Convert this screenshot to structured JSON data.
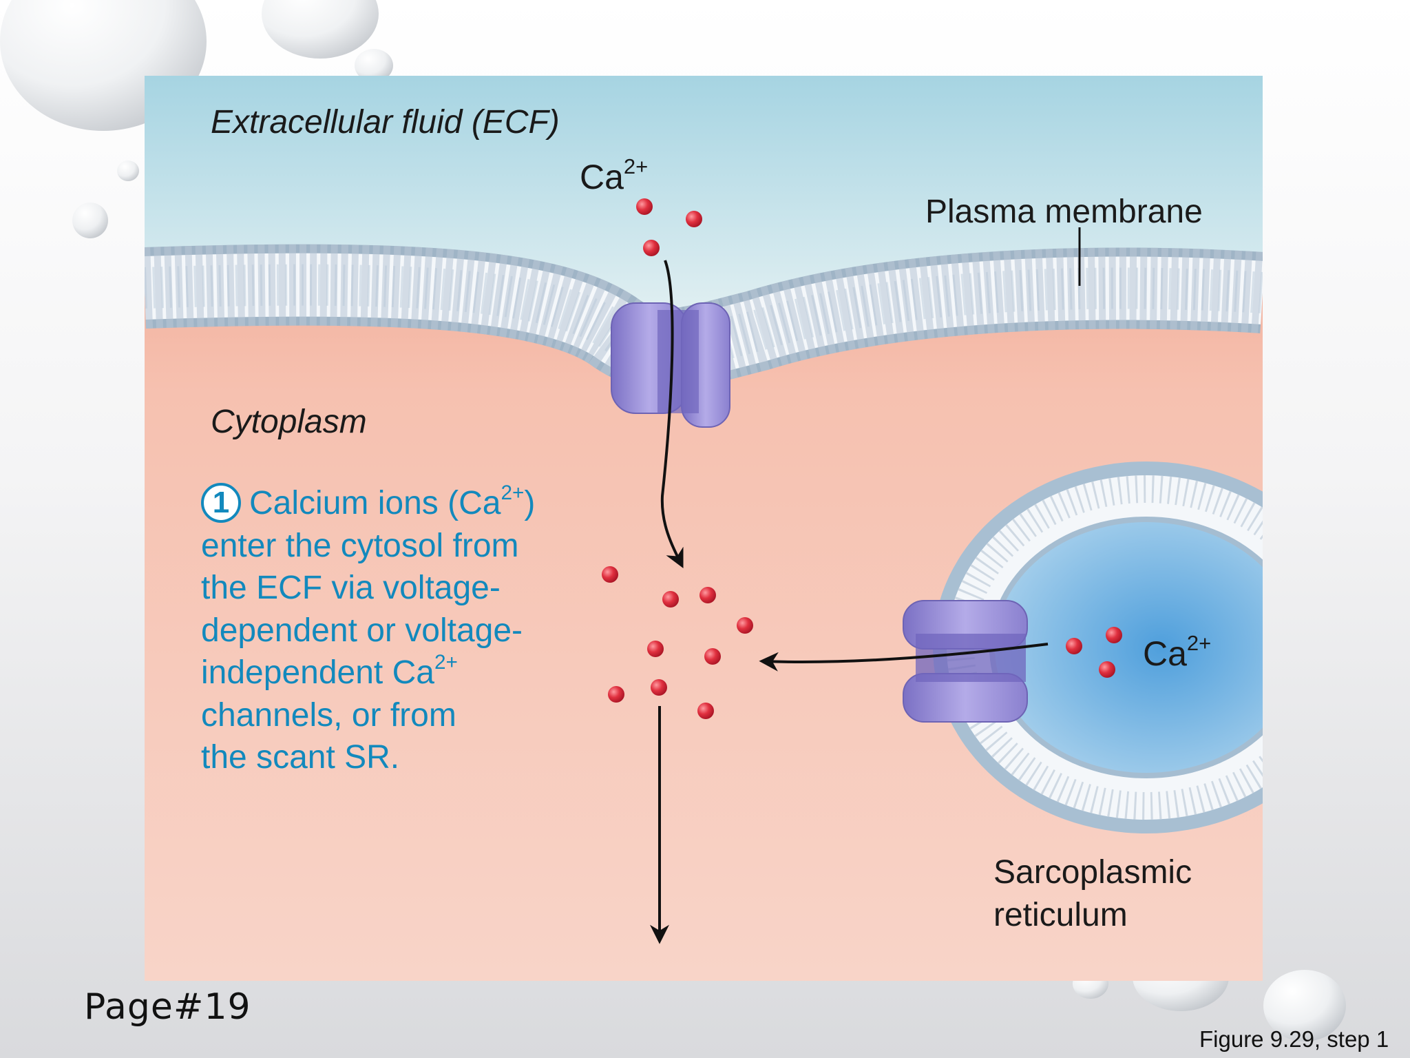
{
  "labels": {
    "ecf": "Extracellular fluid (ECF)",
    "ca_base": "Ca",
    "ca_charge": "2+",
    "plasma_membrane": "Plasma membrane",
    "cytoplasm": "Cytoplasm",
    "sr_line1": "Sarcoplasmic",
    "sr_line2": "reticulum"
  },
  "step": {
    "number": "1",
    "line1_a": "Calcium ions (Ca",
    "line1_sup": "2+",
    "line1_b": ")",
    "line2": "enter the cytosol from",
    "line3": "the ECF via voltage-",
    "line4": "dependent or voltage-",
    "line5_a": "independent Ca",
    "line5_sup": "2+",
    "line6": "channels, or from",
    "line7": "the scant SR."
  },
  "footer": {
    "page": "Page#19",
    "caption": "Figure 9.29, step 1"
  },
  "colors": {
    "ecf_fluid": "#a9d6e3",
    "cytoplasm": "#f6c3b3",
    "membrane": "#8da0b8",
    "channel_protein": "#8f84d0",
    "calcium_ion": "#d82a3a",
    "sr_lumen": "#5aa4dc",
    "step_text": "#1289bd"
  }
}
